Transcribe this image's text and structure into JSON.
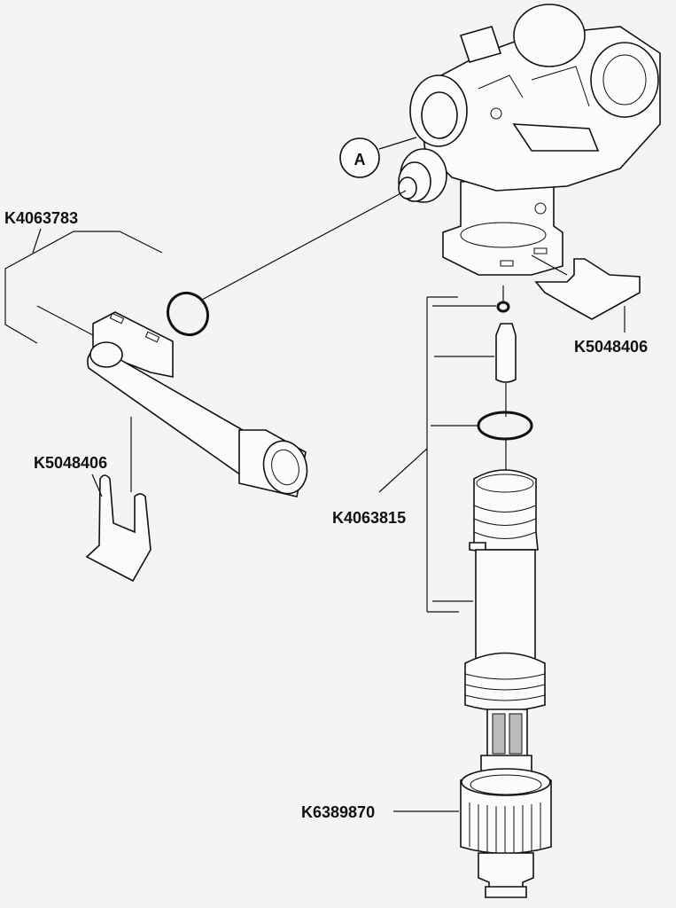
{
  "diagram": {
    "callouts": {
      "view_marker": "A",
      "lance_tube": "K4063783",
      "clip_left": "K5048406",
      "clip_right": "K5048406",
      "suction_kit": "K4063815",
      "hose_connector": "K6389870"
    }
  }
}
